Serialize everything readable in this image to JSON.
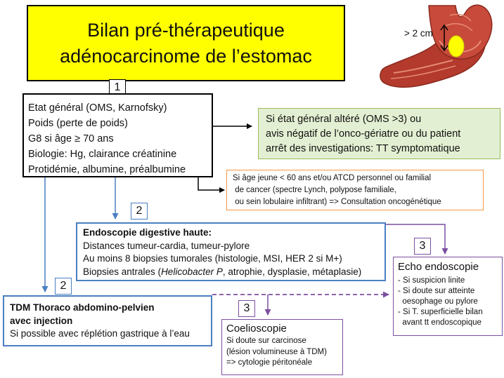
{
  "title": {
    "line1": "Bilan pré-thérapeutique",
    "line2": "adénocarcinome de l’estomac"
  },
  "illustration": {
    "size_label": "> 2 cm"
  },
  "step_numbers": {
    "general": "1",
    "endoscopy": "2",
    "ct": "2",
    "echo": "3",
    "coelio": "3"
  },
  "general_state": {
    "lines": [
      "Etat général (OMS, Karnofsky)",
      "Poids (perte de poids)",
      "G8 si âge ≥ 70 ans",
      "Biologie: Hg, clairance créatinine",
      "Protidémie, albumine, préalbumine"
    ]
  },
  "altered_state": {
    "lines": [
      "Si état général altéré (OMS >3) ou",
      "avis négatif de l’onco-gériatre ou du patient",
      "arrêt des investigations: TT symptomatique"
    ]
  },
  "young_age": {
    "lines": [
      "Si âge jeune < 60 ans et/ou ATCD personnel ou familial",
      " de cancer (spectre Lynch, polypose familiale,",
      " ou sein lobulaire infiltrant) => Consultation oncogénétique"
    ]
  },
  "endoscopy": {
    "title": "Endoscopie digestive haute:",
    "line1": "Distances tumeur-cardia, tumeur-pylore",
    "line2": "Au moins 8 biopsies tumorales (histologie, MSI, HER 2 si M+)",
    "line3_before": "Biopsies antrales (",
    "line3_italic": "Helicobacter P",
    "line3_after": ", atrophie, dysplasie, métaplasie)"
  },
  "ct_scan": {
    "title_line1": "TDM Thoraco abdomino-pelvien",
    "title_line2": "avec injection",
    "note": "Si possible avec réplétion gastrique à l’eau"
  },
  "echo_endoscopy": {
    "title": "Echo endoscopie",
    "lines": [
      "- Si suspicion linite",
      "- Si doute sur atteinte",
      "  oesophage ou pylore",
      "- Si T. superficielle bilan",
      "  avant tt endoscopique"
    ]
  },
  "coelioscopy": {
    "title": "Coelioscopie",
    "lines": [
      "Si doute sur carcinose",
      "(lésion volumineuse à TDM)",
      "=> cytologie péritonéale"
    ]
  },
  "colors": {
    "yellow": "#ffff00",
    "black": "#000000",
    "blue": "#4a7fc1",
    "green": "#9bbb59",
    "orange": "#f79646",
    "purple": "#7b4fa0"
  }
}
